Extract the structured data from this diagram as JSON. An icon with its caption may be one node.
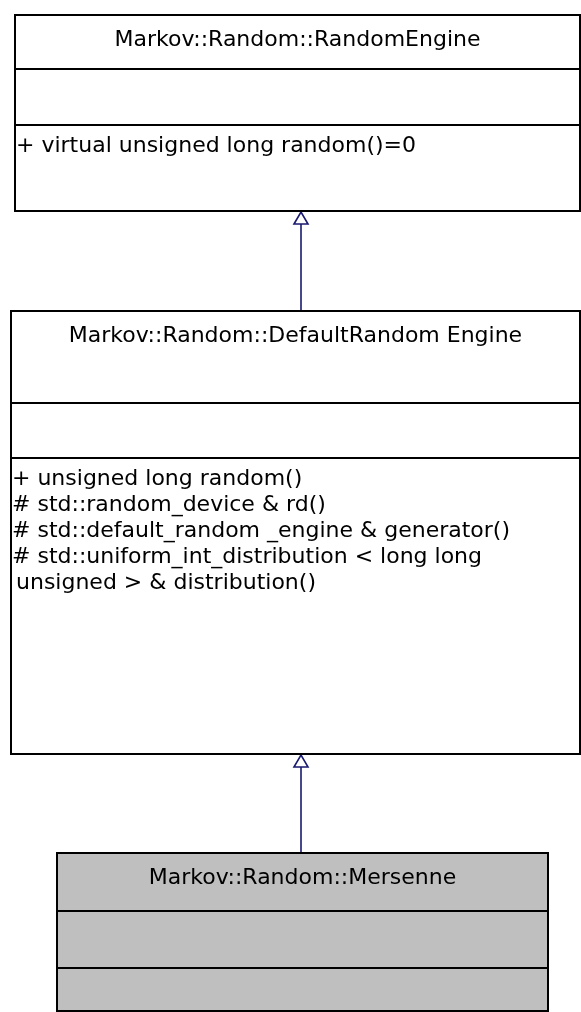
{
  "diagram": {
    "nodes": [
      {
        "text": [
          "Markov::Random::RandomEngine",
          "+ virtual unsigned long random()=0"
        ]
      },
      {
        "text": [
          "Markov::Random::DefaultRandom Engine",
          "+ unsigned long random()",
          "# std::random_device & rd()",
          "# std::default_random _engine & generator()",
          "# std::uniform_int_distribution < long long unsigned > & distribution()"
        ]
      },
      {
        "text": [
          "Markov::Random::Mersenne"
        ]
      }
    ],
    "edges": [
      {
        "from": 1,
        "to": 0,
        "arrow": "to"
      },
      {
        "from": 2,
        "to": 1,
        "arrow": "to"
      }
    ]
  }
}
